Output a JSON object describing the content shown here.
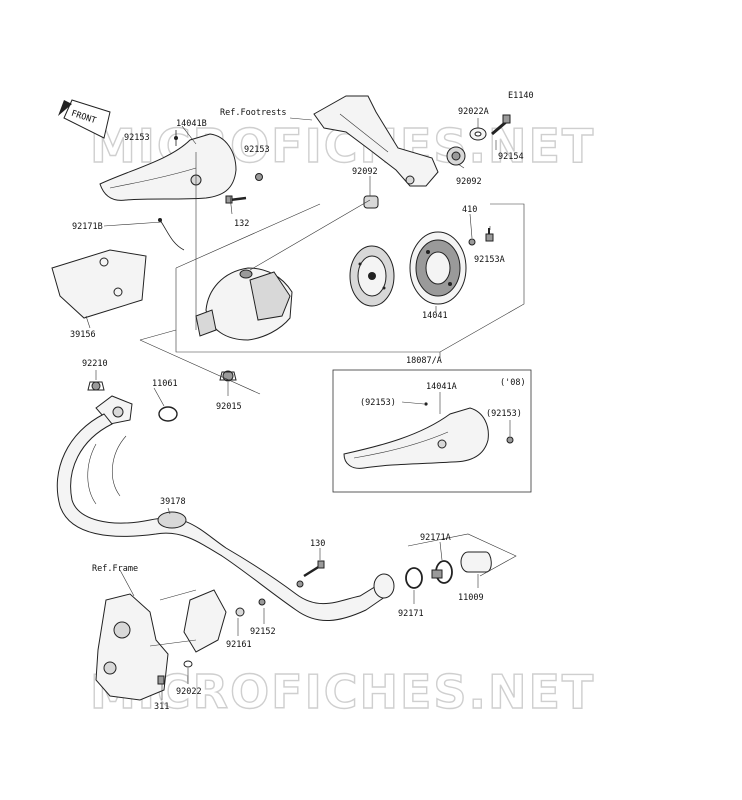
{
  "diagram_code": "E1140",
  "front_label": "FRONT",
  "watermark": "MICROFICHES.NET",
  "refs": {
    "footrests": "Ref.Footrests",
    "frame": "Ref.Frame"
  },
  "labels": {
    "p92153_top": "92153",
    "p14041B": "14041B",
    "p92153_b": "92153",
    "p132": "132",
    "p92171B": "92171B",
    "p39156": "39156",
    "p92022A": "92022A",
    "p92154": "92154",
    "p92092_a": "92092",
    "p92092_b": "92092",
    "p410": "410",
    "p92153A": "92153A",
    "p14041": "14041",
    "p18087A": "18087/A",
    "p92210": "92210",
    "p11061": "11061",
    "p92015": "92015",
    "p14041A": "14041A",
    "p08": "('08)",
    "p92153_p1": "(92153)",
    "p92153_p2": "(92153)",
    "p39178": "39178",
    "p130": "130",
    "p92171A": "92171A",
    "p92171": "92171",
    "p11009": "11009",
    "p92152": "92152",
    "p92161": "92161",
    "p92022": "92022",
    "p311": "311"
  }
}
